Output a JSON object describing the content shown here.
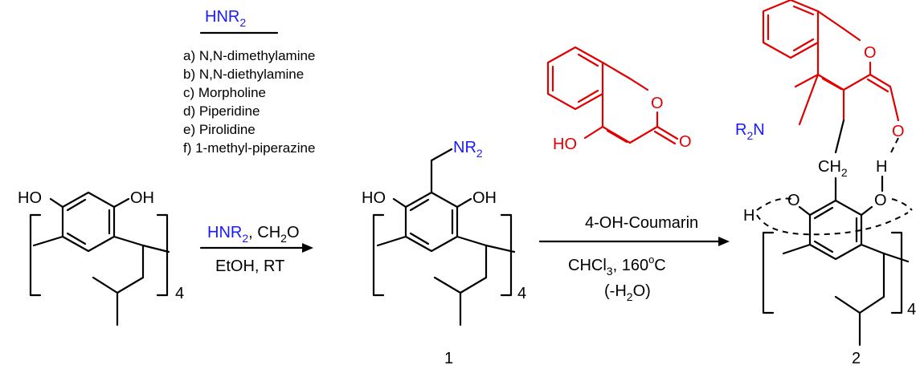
{
  "reagent_header": {
    "prefix": "HNR",
    "subscript": "2"
  },
  "amines": [
    "a) N,N-dimethylamine",
    "b) N,N-diethylamine",
    "c) Morpholine",
    "d) Piperidine",
    "e) Pirolidine",
    "f) 1-methyl-piperazine"
  ],
  "start_material": {
    "oh_left": "HO",
    "oh_right": "OH",
    "repeat": "4"
  },
  "step1": {
    "line1_reagent": "HNR",
    "line1_reagent_sub": "2",
    "line1_rest": ", CH",
    "line1_rest_sub": "2",
    "line1_end": "O",
    "line2": "EtOH, RT"
  },
  "compound1": {
    "oh_left": "HO",
    "oh_right": "OH",
    "substituent": "NR",
    "substituent_sub": "2",
    "repeat": "4",
    "number": "1"
  },
  "coumarin": {
    "hydroxy": "HO",
    "ring_o": "O",
    "carbonyl_o": "O"
  },
  "step2": {
    "line1": "4-OH-Coumarin",
    "line2_a": "CHCl",
    "line2_a_sub": "3",
    "line2_b": ", 160",
    "line2_sup": "o",
    "line2_c": "C",
    "line3_a": "(-H",
    "line3_sub": "2",
    "line3_b": "O)"
  },
  "compound2": {
    "amine_a": "R",
    "amine_sub": "2",
    "amine_b": "N",
    "ring_o": "O",
    "carbonyl_o": "O",
    "linker": "CH",
    "linker_sub": "2",
    "h_bond_h": "H",
    "phenol_o_left": "O",
    "phenol_o_right": "O",
    "h_left": "H",
    "repeat": "4",
    "number": "2"
  },
  "colors": {
    "amine": "#1a1aff",
    "coumarin": "#e00000",
    "default": "#000000"
  }
}
